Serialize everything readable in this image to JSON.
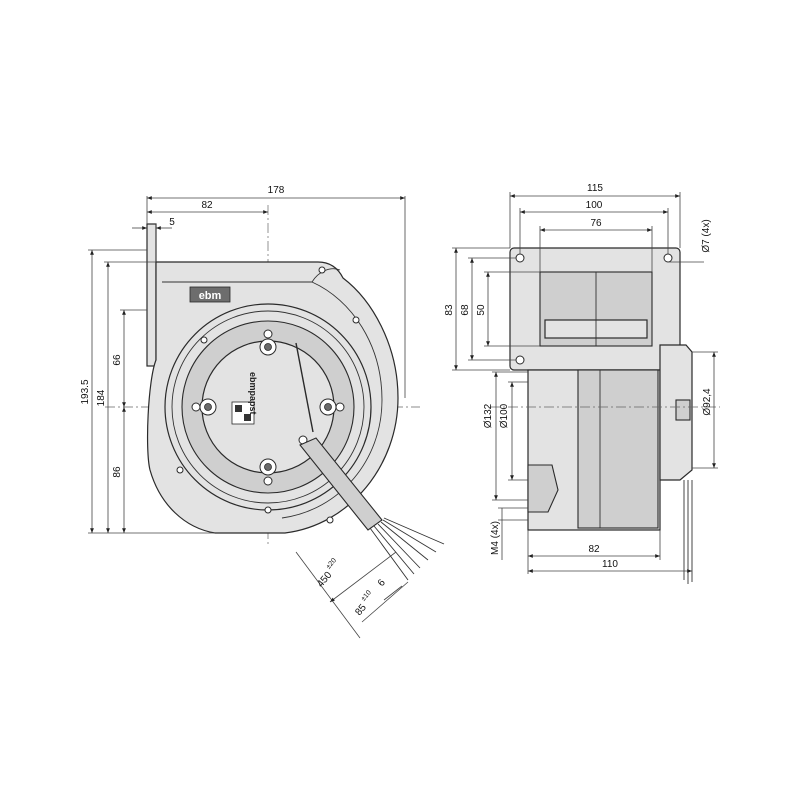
{
  "front_view": {
    "logo_text": "ebm",
    "label_text": "ebmpapst",
    "dimensions": {
      "overall_width": "178",
      "center_offset": "82",
      "flange": "5",
      "height_total": "193.5",
      "height_184": "184",
      "upper_66": "66",
      "lower_86": "86",
      "cable_length": "450",
      "cable_length_tol": "±20",
      "strip_length": "6",
      "lead_length": "85",
      "lead_length_tol": "±10"
    }
  },
  "side_view": {
    "dimensions": {
      "overall_width": "115",
      "hole_spacing": "100",
      "outlet_width": "76",
      "hole_diameter": "Ø7 (4x)",
      "height_83": "83",
      "height_68": "68",
      "height_50": "50",
      "diameter_132": "Ø132",
      "diameter_100": "Ø100",
      "diameter_92_4": "Ø92,4",
      "thread": "M4 (4x)",
      "depth_82": "82",
      "depth_110": "110"
    }
  }
}
